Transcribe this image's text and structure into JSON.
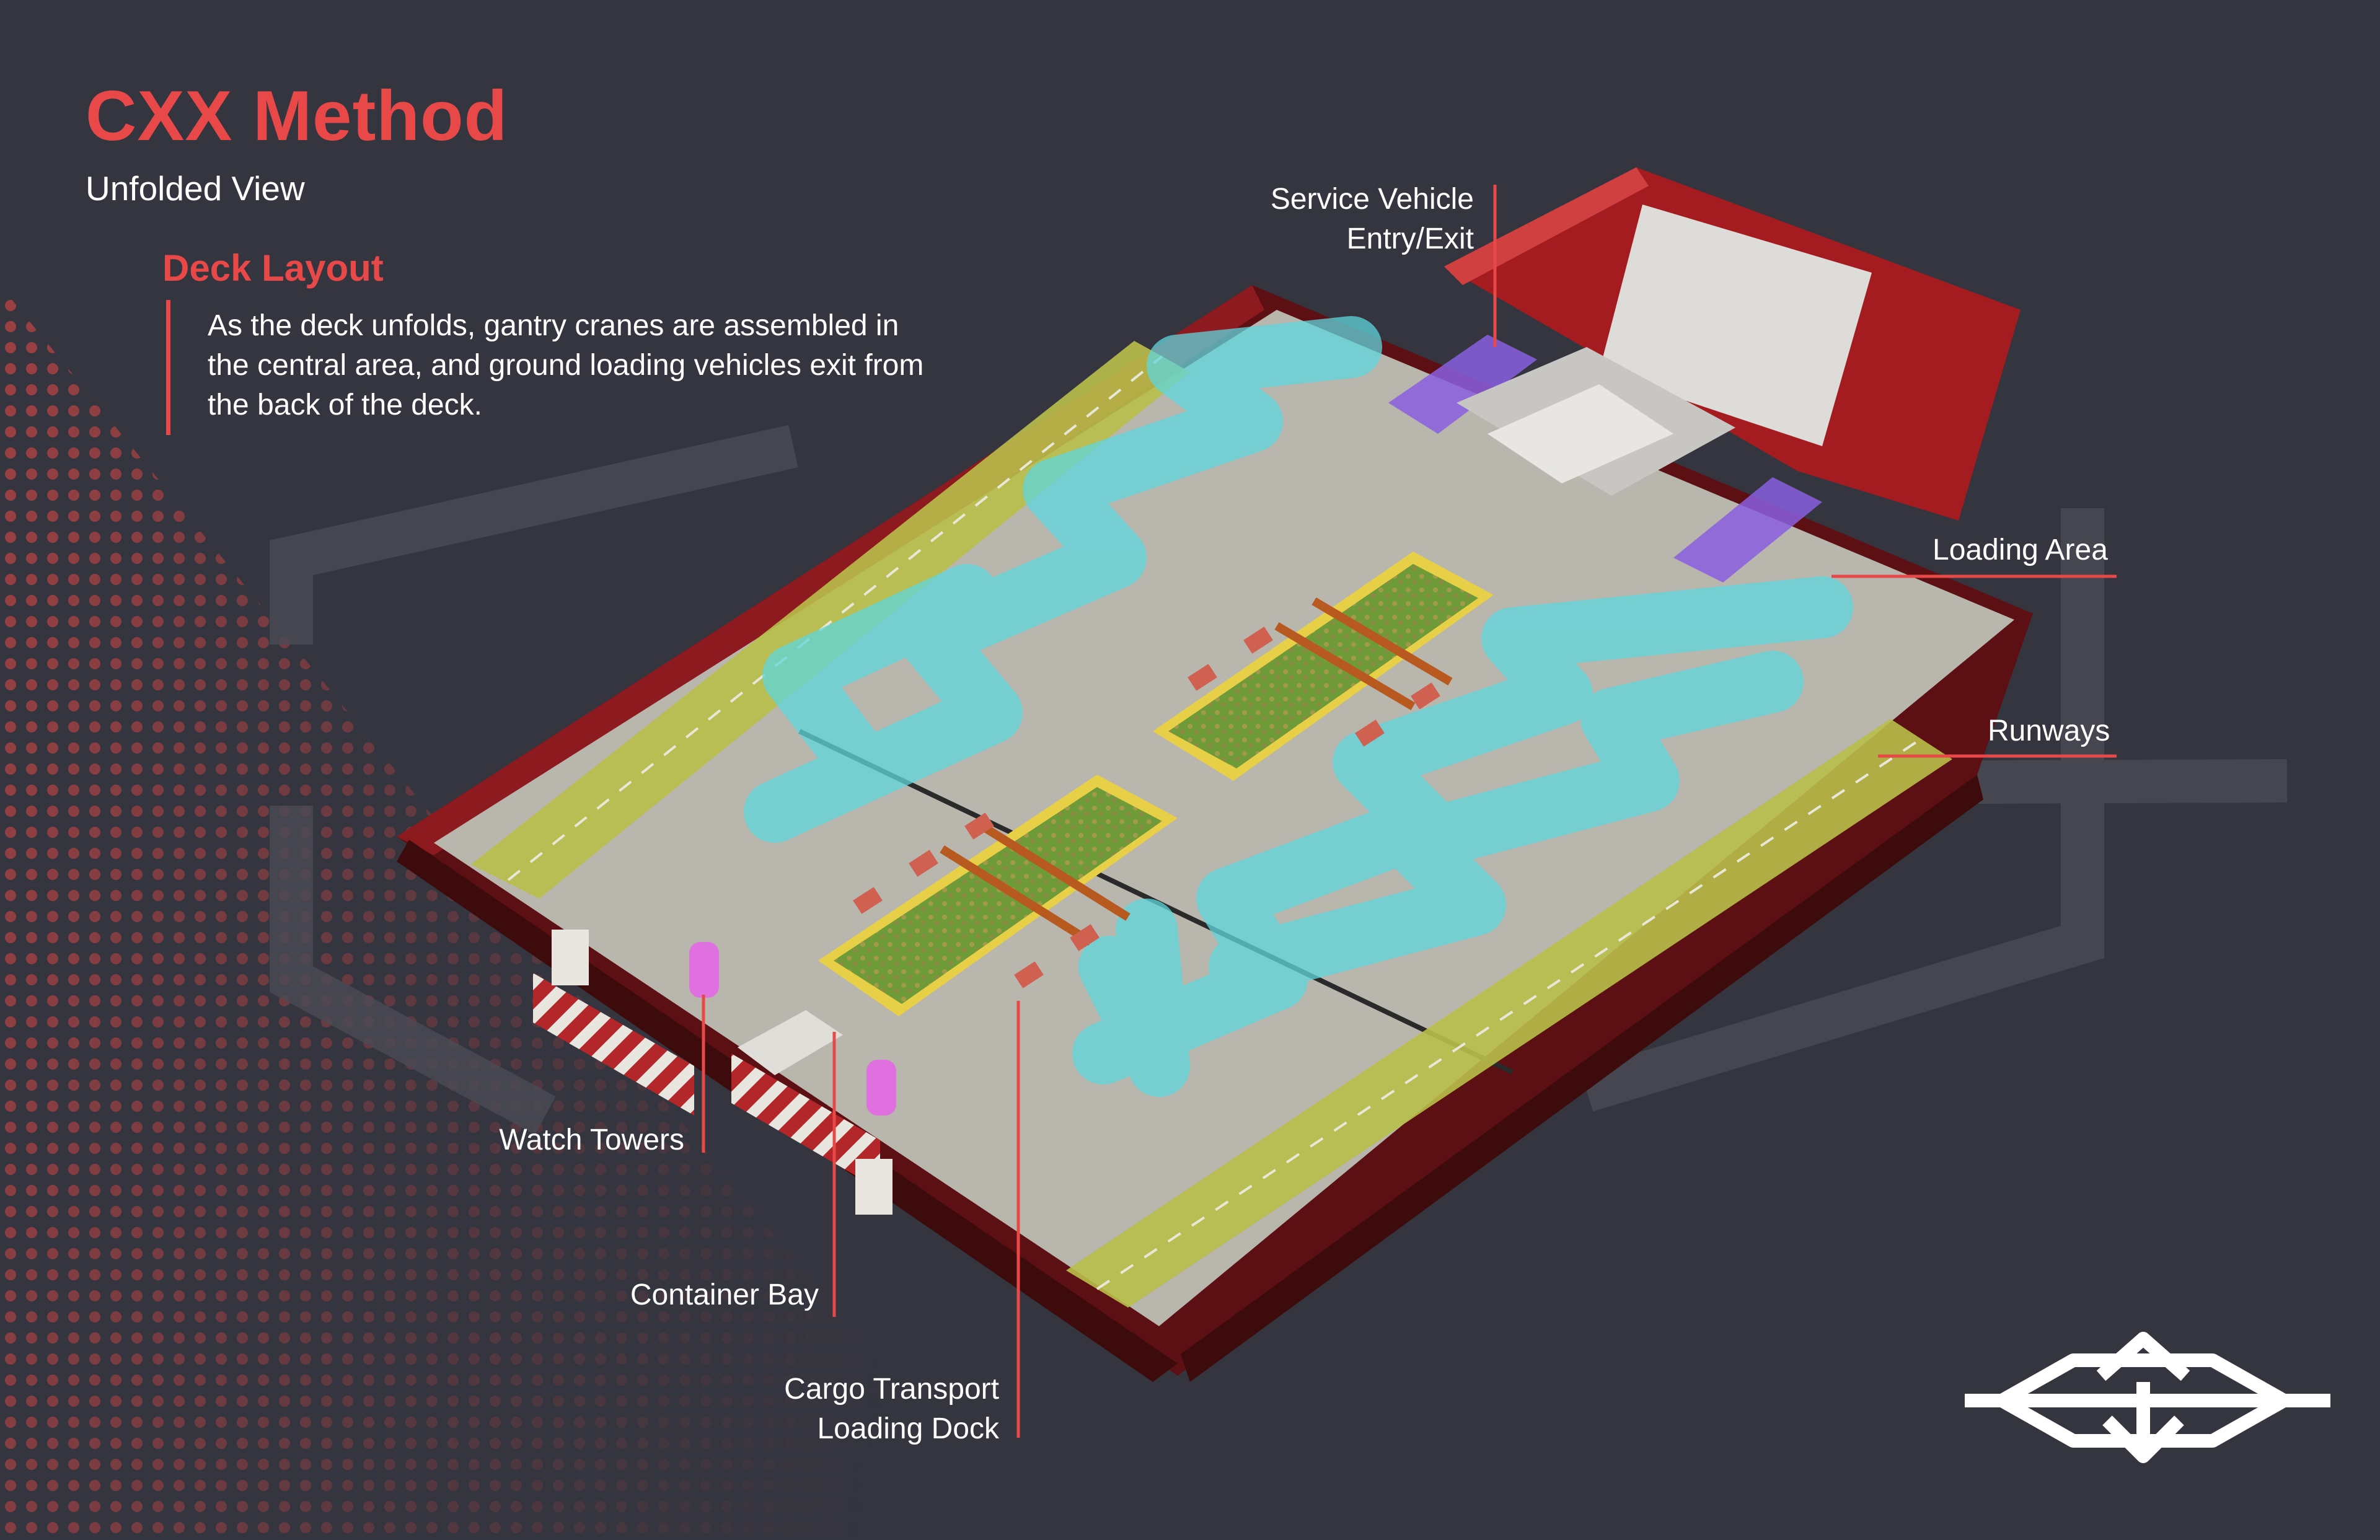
{
  "header": {
    "title": "CXX Method",
    "subtitle": "Unfolded View"
  },
  "section": {
    "title": "Deck Layout",
    "description": "As the deck unfolds, gantry cranes are assembled in the central area, and ground loading vehicles exit from the back of the deck."
  },
  "callouts": {
    "service_vehicle": [
      "Service Vehicle",
      "Entry/Exit"
    ],
    "loading_area": "Loading Area",
    "runways": "Runways",
    "watch_towers": "Watch Towers",
    "container_bay": "Container Bay",
    "cargo_dock": [
      "Cargo Transport",
      "Loading Dock"
    ]
  },
  "colors": {
    "background": "#34353f",
    "accent": "#e84848",
    "ship_red": "#a41c20",
    "deck": "#b9b6ae",
    "taxiway": "#5fd6dc",
    "runway": "#b9bf4a",
    "container": "#7bc43a",
    "loading_zone": "#8a5fe0",
    "watch_tower": "#e070e0"
  },
  "icons": {
    "logo": "cxx-method-emblem-icon"
  }
}
